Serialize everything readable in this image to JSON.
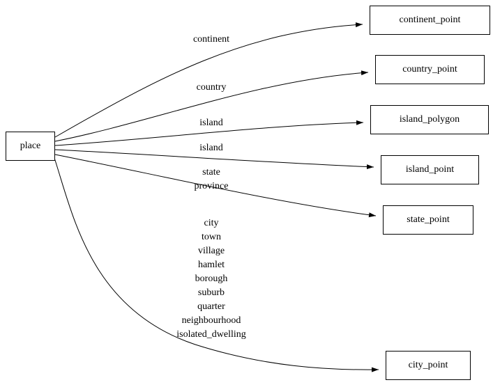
{
  "diagram": {
    "source": {
      "label": "place"
    },
    "targets": [
      {
        "label": "continent_point"
      },
      {
        "label": "country_point"
      },
      {
        "label": "island_polygon"
      },
      {
        "label": "island_point"
      },
      {
        "label": "state_point"
      },
      {
        "label": "city_point"
      }
    ],
    "edges": [
      {
        "from": "place",
        "to": "continent_point",
        "label": "continent"
      },
      {
        "from": "place",
        "to": "country_point",
        "label": "country"
      },
      {
        "from": "place",
        "to": "island_polygon",
        "label": "island"
      },
      {
        "from": "place",
        "to": "island_point",
        "label": "island"
      },
      {
        "from": "place",
        "to": "state_point",
        "label": "state\nprovince"
      },
      {
        "from": "place",
        "to": "city_point",
        "label": "city\ntown\nvillage\nhamlet\nborough\nsuburb\nquarter\nneighbourhood\nisolated_dwelling"
      }
    ],
    "colors": {
      "stroke": "#000000",
      "background": "#ffffff",
      "text": "#000000"
    }
  }
}
